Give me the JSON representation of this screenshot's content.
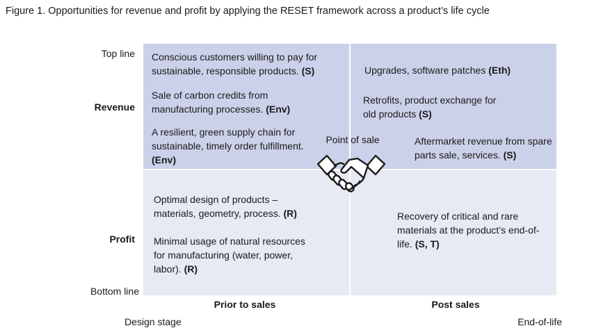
{
  "caption": "Figure 1. Opportunities for revenue and profit by applying the RESET framework across a product’s life cycle",
  "y_axis": {
    "top": "Top line",
    "revenue": "Revenue",
    "profit": "Profit",
    "bottom": "Bottom line"
  },
  "x_axis": {
    "prior": "Prior to sales",
    "post": "Post sales",
    "start": "Design stage",
    "end": "End-of-life"
  },
  "center_label": "Point of sale",
  "center_icon": "handshake-icon",
  "colors": {
    "revenue_quadrant": "#ccd1ea",
    "profit_quadrant": "#e7e9f3"
  },
  "quadrants": {
    "revenue_prior": [
      {
        "text": "Conscious customers willing to pay for sustainable, responsible products.",
        "tag": "(S)"
      },
      {
        "text": "Sale of carbon credits from manufacturing processes.",
        "tag": "(Env)"
      },
      {
        "text": "A resilient, green supply chain for sustainable, timely order fulfillment.",
        "tag": "(Env)"
      }
    ],
    "revenue_post": [
      {
        "text": "Upgrades,  software patches",
        "tag": "(Eth)"
      },
      {
        "text": "Retrofits, product exchange for old products",
        "tag": "(S)"
      },
      {
        "text": "Aftermarket revenue from spare parts sale, services.",
        "tag": "(S)"
      }
    ],
    "profit_prior": [
      {
        "text": "Optimal design of products – materials, geometry, process.",
        "tag": "(R)"
      },
      {
        "text": "Minimal usage of natural resources for manufacturing (water, power, labor).",
        "tag": "(R)"
      }
    ],
    "profit_post": [
      {
        "text": "Recovery of critical and rare materials at the product’s end-of-life.",
        "tag": "(S, T)"
      }
    ]
  }
}
